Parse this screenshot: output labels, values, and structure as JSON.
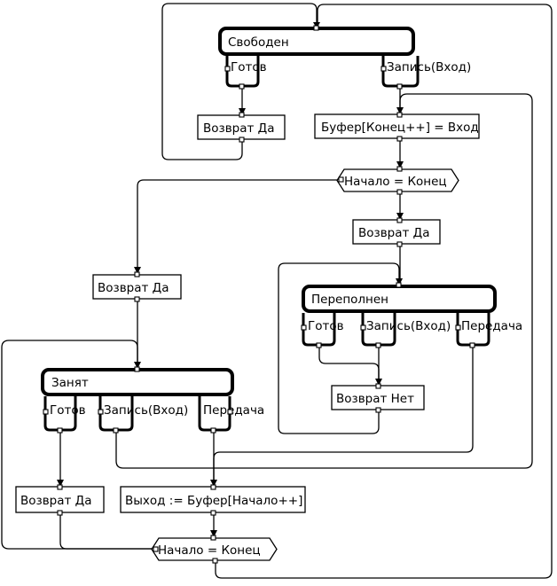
{
  "states": {
    "svoboden": "Свободен",
    "perepolnen": "Переполнен",
    "zanyat": "Занят"
  },
  "events": {
    "gotov": "Готов",
    "zapis": "Запись(Вход)",
    "peredacha": "Передача"
  },
  "actions": {
    "vozvrat_da": "Возврат Да",
    "vozvrat_net": "Возврат Нет",
    "bufer_write": "Буфер[Конец++] = Вход",
    "vyhod_read": "Выход := Буфер[Начало++]"
  },
  "conditions": {
    "nachalo_konec": "Начало = Конец"
  }
}
